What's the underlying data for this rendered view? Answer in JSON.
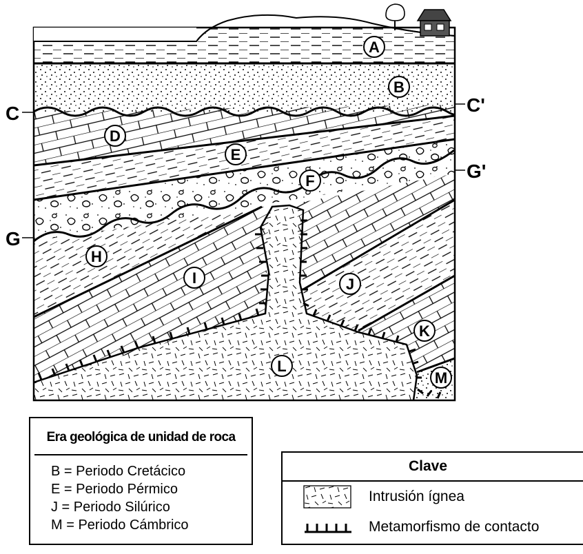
{
  "cross_section": {
    "unit_labels": [
      "A",
      "B",
      "C",
      "C'",
      "D",
      "E",
      "F",
      "G",
      "G'",
      "H",
      "I",
      "J",
      "K",
      "L",
      "M"
    ]
  },
  "era_table": {
    "title": "Era geológica de unidad de roca",
    "rows": [
      "B = Periodo Cretácico",
      "E = Periodo Pérmico",
      "J  = Periodo Silúrico",
      "M = Periodo Cámbrico"
    ]
  },
  "key": {
    "title": "Clave",
    "items": [
      {
        "icon": "igneous-intrusion-icon",
        "label": "Intrusión ígnea"
      },
      {
        "icon": "contact-metamorphism-icon",
        "label": "Metamorfismo de contacto"
      }
    ]
  }
}
